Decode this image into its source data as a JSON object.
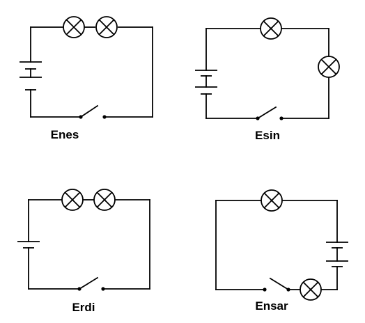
{
  "circuits": [
    {
      "id": "enes",
      "label": "Enes"
    },
    {
      "id": "esin",
      "label": "Esin"
    },
    {
      "id": "erdi",
      "label": "Erdi"
    },
    {
      "id": "ensar",
      "label": "Ensar"
    }
  ],
  "icons": {
    "lamp": "lamp-icon",
    "battery": "battery-icon",
    "switch": "open-switch-icon"
  }
}
